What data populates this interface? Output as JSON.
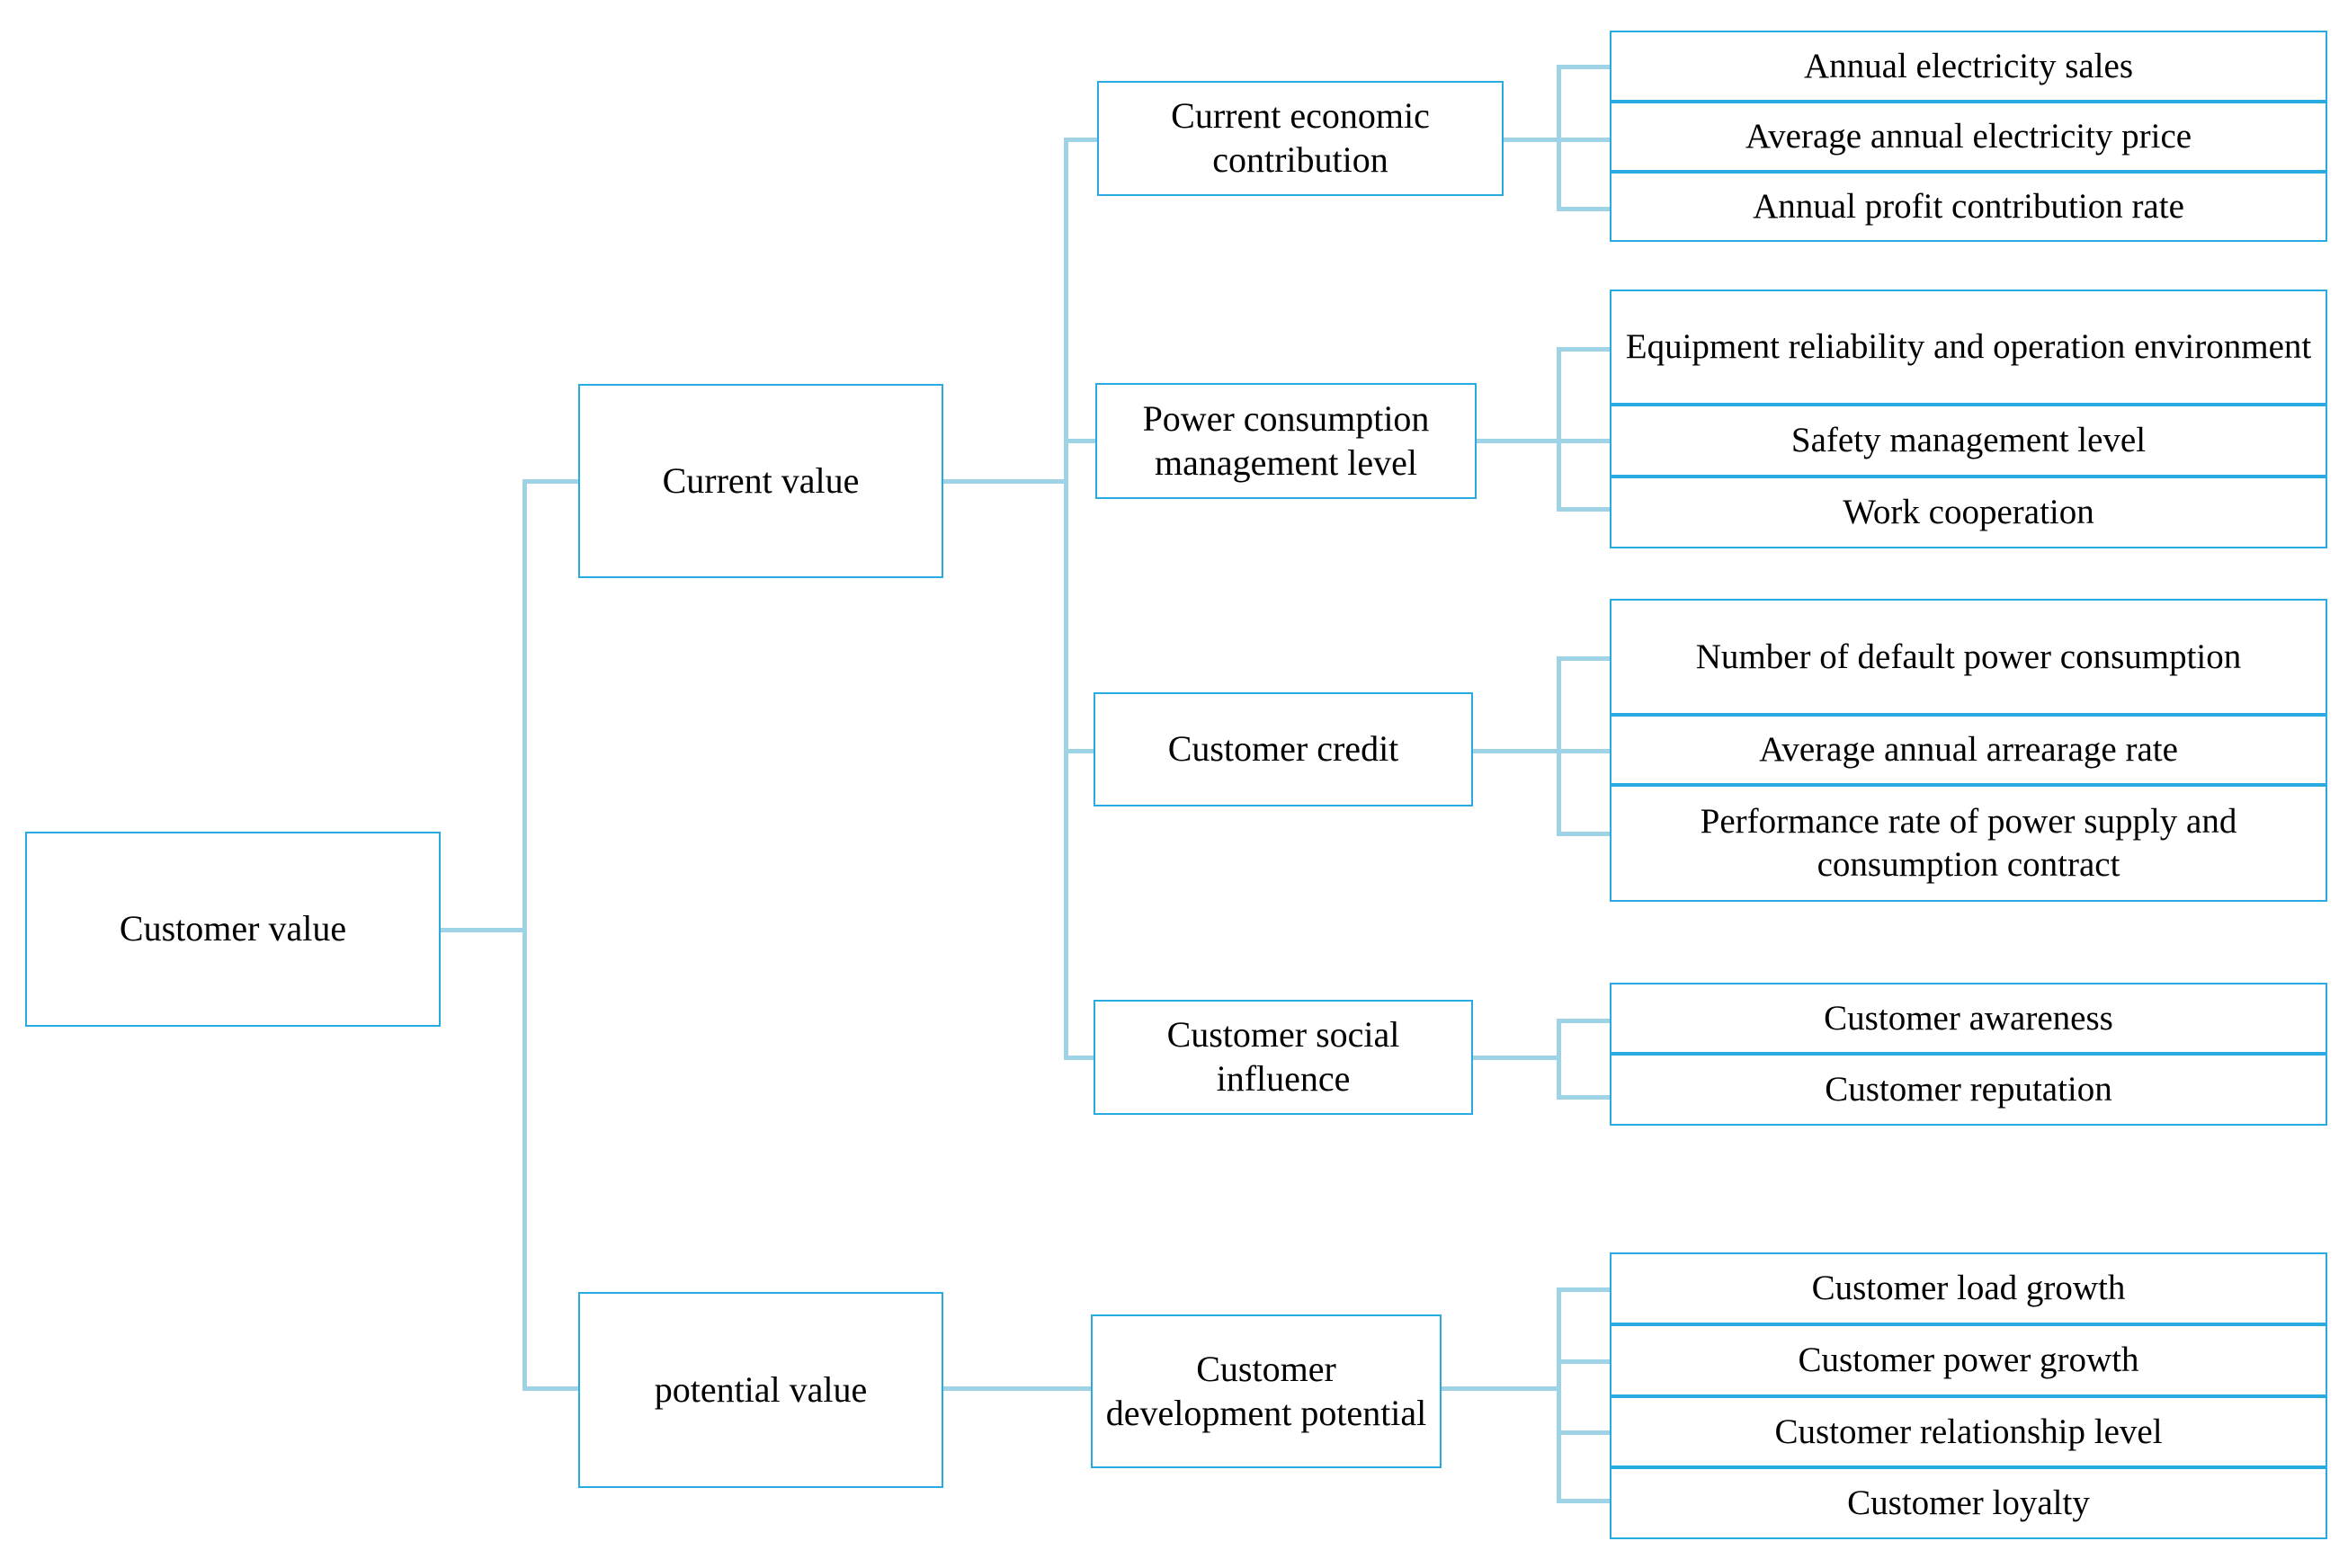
{
  "diagram": {
    "title": "Customer value",
    "colors": {
      "box_border": "#29abe2",
      "connector": "#9ed3e6",
      "text": "#000000",
      "background": "#ffffff"
    },
    "root": {
      "label": "Customer value"
    },
    "level2": [
      {
        "label": "Current value"
      },
      {
        "label": "potential value"
      }
    ],
    "level3": [
      {
        "label": "Current economic contribution"
      },
      {
        "label": "Power consumption management level"
      },
      {
        "label": "Customer credit"
      },
      {
        "label": "Customer social influence"
      },
      {
        "label": "Customer development potential"
      }
    ],
    "groups": [
      {
        "parent": "Current economic contribution",
        "leaves": [
          "Annual electricity sales",
          "Average annual electricity price",
          "Annual profit contribution rate"
        ]
      },
      {
        "parent": "Power consumption management level",
        "leaves": [
          "Equipment reliability and operation environment",
          "Safety management level",
          "Work cooperation"
        ]
      },
      {
        "parent": "Customer credit",
        "leaves": [
          "Number of default power consumption",
          "Average annual arrearage rate",
          "Performance rate of power supply and consumption contract"
        ]
      },
      {
        "parent": "Customer social influence",
        "leaves": [
          "Customer awareness",
          "Customer reputation"
        ]
      },
      {
        "parent": "Customer development potential",
        "leaves": [
          "Customer load growth",
          "Customer power growth",
          "Customer relationship level",
          "Customer loyalty"
        ]
      }
    ]
  }
}
